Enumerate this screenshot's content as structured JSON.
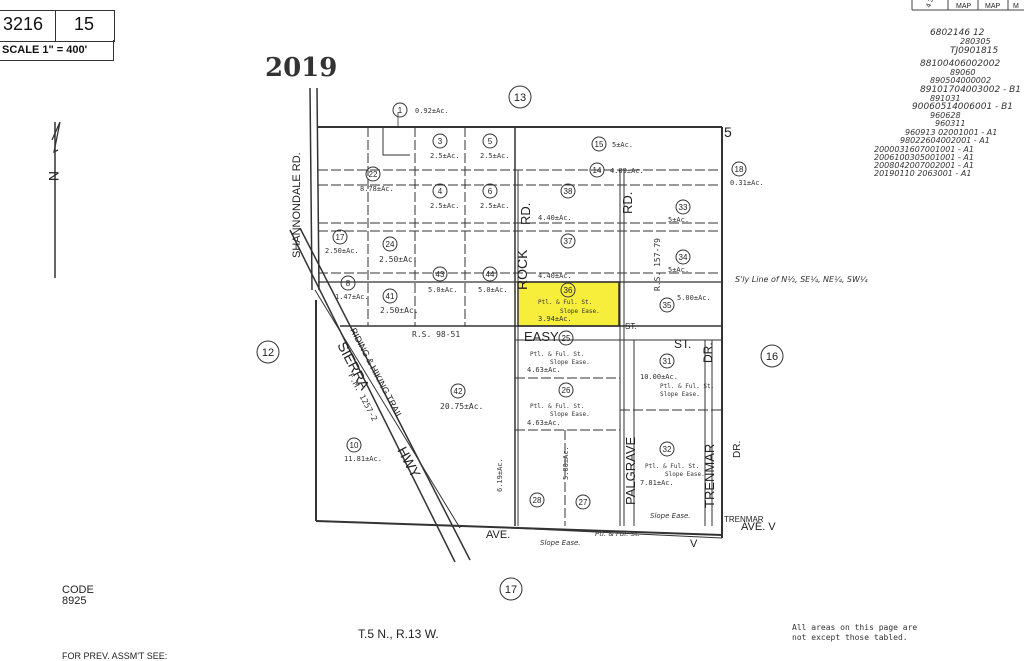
{
  "header": {
    "book": "3216",
    "page": "15",
    "scale": "SCALE 1\" = 400'",
    "year": "2019",
    "top_cells": [
      "MAP",
      "MAP",
      "M"
    ],
    "top_small": "4 3 3",
    "revisions": [
      "6802146 12",
      "280305",
      "TJ0901815",
      "88100406002002",
      "89060 ",
      "890504000002",
      "89101704003002 - B1",
      "891031",
      "90060514006001 - B1",
      "960628",
      "960311",
      "960913 02001001 - A1",
      "98022604002001 - A1",
      "2000031607001001 - A1",
      "2006100305001001 - A1",
      "2008042007002001 - A1",
      "20190110 2063001 - A1"
    ]
  },
  "north": "N",
  "sections": [
    "13",
    "12",
    "16",
    "17",
    "5"
  ],
  "roads": {
    "shannondale": "SHANNONDALE RD.",
    "sierra": "SIERRA",
    "hwy": "HWY",
    "fm": "F.M. 1257-2",
    "trail": "RIDING & HIKING TRAIL",
    "rock": "ROCK",
    "rd": "RD.",
    "rd2": "RD.",
    "easy": "EASY",
    "st": "ST.",
    "st2": "ST.",
    "dr": "DR.",
    "dr2": "DR.",
    "palgrave": "PALGRAVE",
    "trenmar": "TRENMAR",
    "trenmar2": "TRENMAR",
    "ave": "AVE.",
    "ave_v": "AVE. V",
    "v": "V",
    "rs1": "R.S. 98-51",
    "rs2": "R.S. 157-79"
  },
  "parcels": [
    {
      "num": "1",
      "area": "0.92±Ac."
    },
    {
      "num": "3",
      "area": "2.5±Ac."
    },
    {
      "num": "5",
      "area": "2.5±Ac."
    },
    {
      "num": "15",
      "area": "5±Ac."
    },
    {
      "num": "18",
      "area": "0.31±Ac."
    },
    {
      "num": "22",
      "area": "8.78±Ac."
    },
    {
      "num": "4",
      "area": "2.5±Ac."
    },
    {
      "num": "6",
      "area": "2.5±Ac."
    },
    {
      "num": "14",
      "area": "4.09±Ac."
    },
    {
      "num": "38",
      "area": "4.40±Ac."
    },
    {
      "num": "33",
      "area": "5±Ac."
    },
    {
      "num": "17",
      "area": "2.50±Ac."
    },
    {
      "num": "24",
      "area": "2.50±Ac."
    },
    {
      "num": "37",
      "area": "4.40±Ac."
    },
    {
      "num": "34",
      "area": "5±Ac."
    },
    {
      "num": "8",
      "area": "1.47±Ac."
    },
    {
      "num": "41",
      "area": "2.50±Ac."
    },
    {
      "num": "43",
      "area": "5.0±Ac."
    },
    {
      "num": "44",
      "area": "5.0±Ac."
    },
    {
      "num": "36",
      "area": "3.94±Ac."
    },
    {
      "num": "35",
      "area": "5.00±Ac."
    },
    {
      "num": "25",
      "area": "4.63±Ac."
    },
    {
      "num": "31",
      "area": "10.00±Ac."
    },
    {
      "num": "42",
      "area": "20.75±Ac."
    },
    {
      "num": "26",
      "area": "4.63±Ac."
    },
    {
      "num": "32",
      "area": "7.81±Ac."
    },
    {
      "num": "10",
      "area": "11.81±Ac."
    },
    {
      "num": "28",
      "area": "6.19±Ac."
    },
    {
      "num": "27",
      "area": "5.00±Ac."
    }
  ],
  "notes": {
    "slope": "Slope Ease.",
    "ptl": "Ptl. & Ful. St.",
    "sly": "S'ly Line of N½, SE¼, NE¼, SW¼"
  },
  "footer": {
    "code_label": "CODE",
    "code": "8925",
    "township": "T.5 N., R.13 W.",
    "note1": "All areas on this page are",
    "note2": "not except those tabled.",
    "prev": "FOR PREV. ASSM'T SEE:"
  },
  "colors": {
    "highlight": "#f6ee3a",
    "ink": "#222222"
  }
}
